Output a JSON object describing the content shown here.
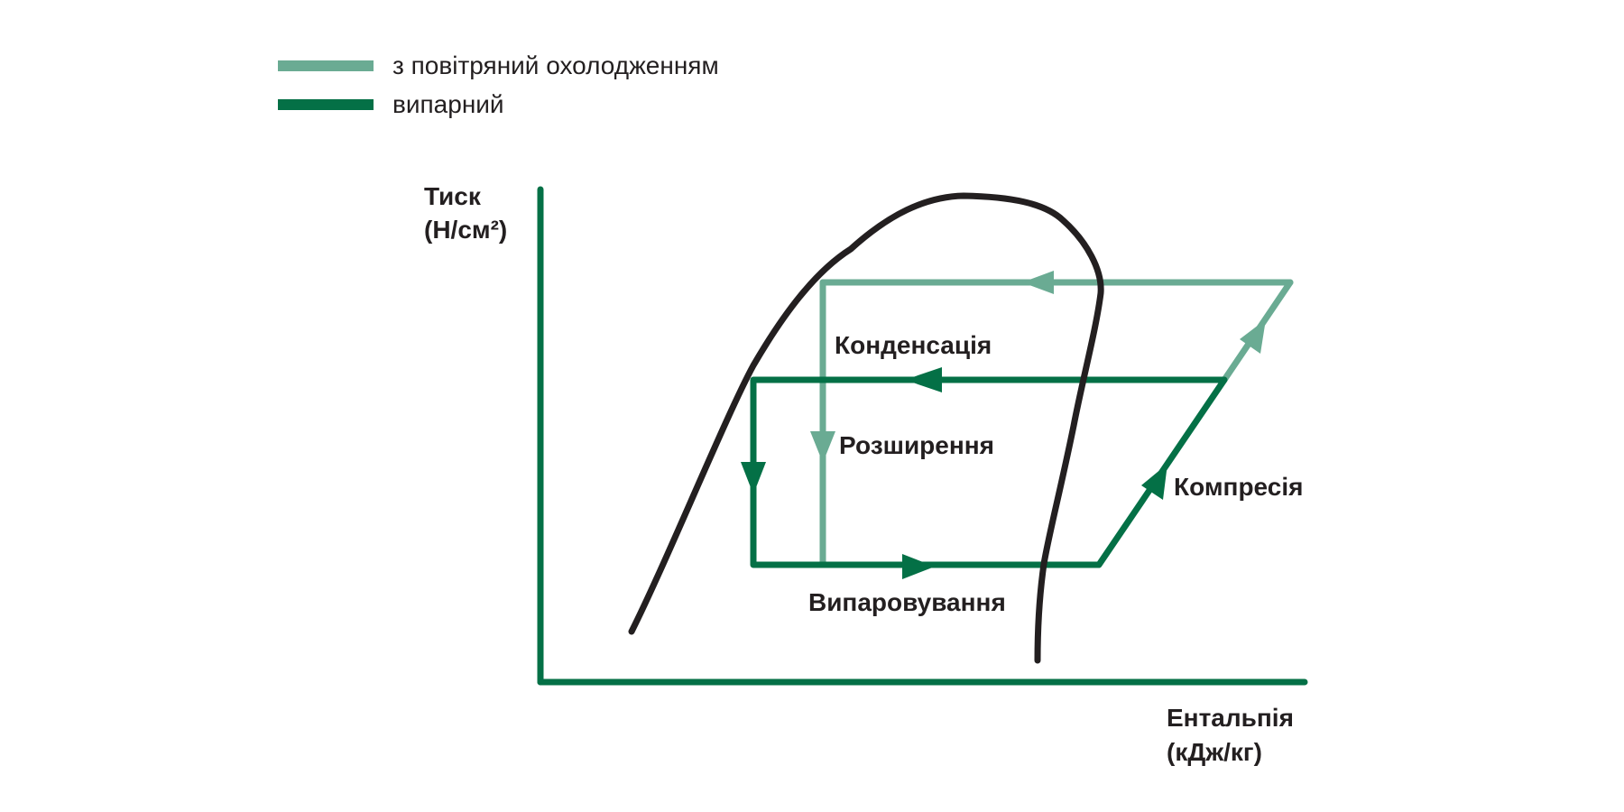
{
  "legend": {
    "air_cooled": {
      "label": "з повітряний охолодженням",
      "color": "#6aab93"
    },
    "evaporative": {
      "label": "випарний",
      "color": "#047046"
    }
  },
  "axes": {
    "y_label_line1": "Тиск",
    "y_label_line2": "(Н/см²)",
    "x_label_line1": "Ентальпія",
    "x_label_line2": "(кДж/кг)",
    "color": "#047046"
  },
  "processes": {
    "condensation": "Конденсація",
    "expansion": "Розширення",
    "compression": "Компресія",
    "evaporation": "Випаровування"
  },
  "saturation_dome": {
    "color": "#231f20"
  }
}
